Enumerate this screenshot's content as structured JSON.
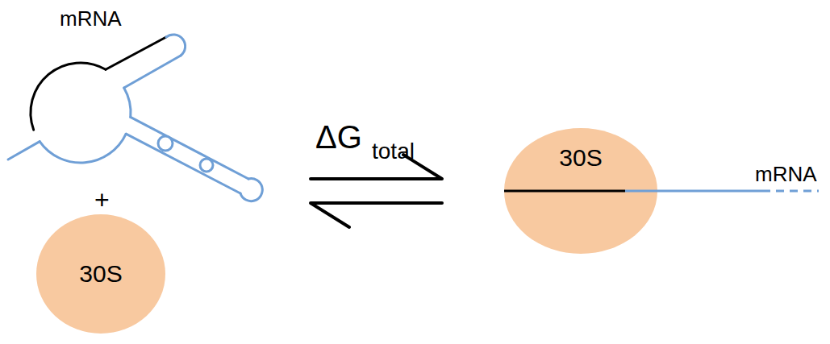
{
  "diagram": {
    "nodes": [
      {
        "text": [
          "30S"
        ]
      },
      {
        "text": [
          "30S"
        ]
      }
    ],
    "labels": [
      "mRNA",
      "+",
      "ΔG",
      "total",
      "mRNA"
    ]
  }
}
